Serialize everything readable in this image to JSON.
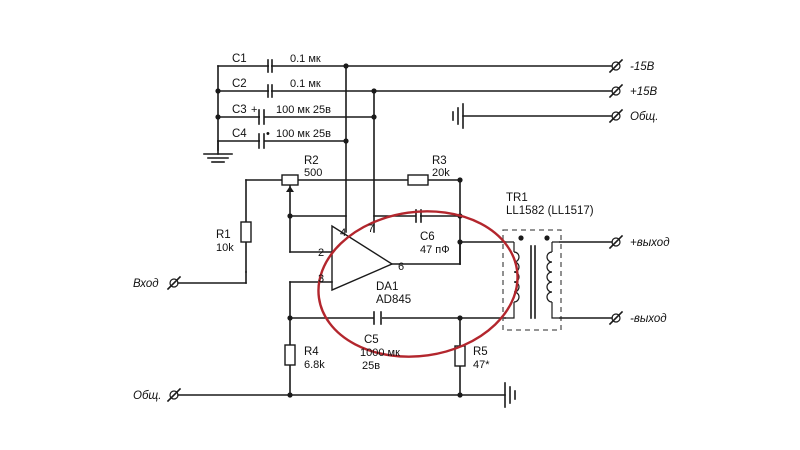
{
  "components": {
    "c1": {
      "ref": "C1",
      "value": "0.1 мк"
    },
    "c2": {
      "ref": "C2",
      "value": "0.1 мк"
    },
    "c3": {
      "ref": "C3",
      "plus": "+",
      "value": "100 мк 25в"
    },
    "c4": {
      "ref": "C4",
      "plus": "•",
      "value": "100 мк 25в"
    },
    "r1": {
      "ref": "R1",
      "value": "10k"
    },
    "r2": {
      "ref": "R2",
      "value": "500"
    },
    "r3": {
      "ref": "R3",
      "value": "20k"
    },
    "r4": {
      "ref": "R4",
      "value": "6.8k"
    },
    "r5": {
      "ref": "R5",
      "value": "47*"
    },
    "c5": {
      "ref": "C5",
      "value": "1000 мк",
      "value2": "25в"
    },
    "c6": {
      "ref": "C6",
      "value": "47 пФ"
    },
    "da1": {
      "ref": "DA1",
      "part": "AD845",
      "pin2": "2",
      "pin3": "3",
      "pin4": "4",
      "pin6": "6",
      "pin7": "7"
    },
    "tr1": {
      "ref": "TR1",
      "part": "LL1582 (LL1517)"
    }
  },
  "terminals": {
    "neg15": "-15В",
    "pos15": "+15В",
    "gnd_top": "Общ.",
    "out_plus": "+выход",
    "out_minus": "-выход",
    "input": "Вход",
    "gnd_bottom": "Общ."
  },
  "colors": {
    "wire": "#1a1a1a",
    "highlight": "#b3262d",
    "transformer_box": "#555555"
  }
}
